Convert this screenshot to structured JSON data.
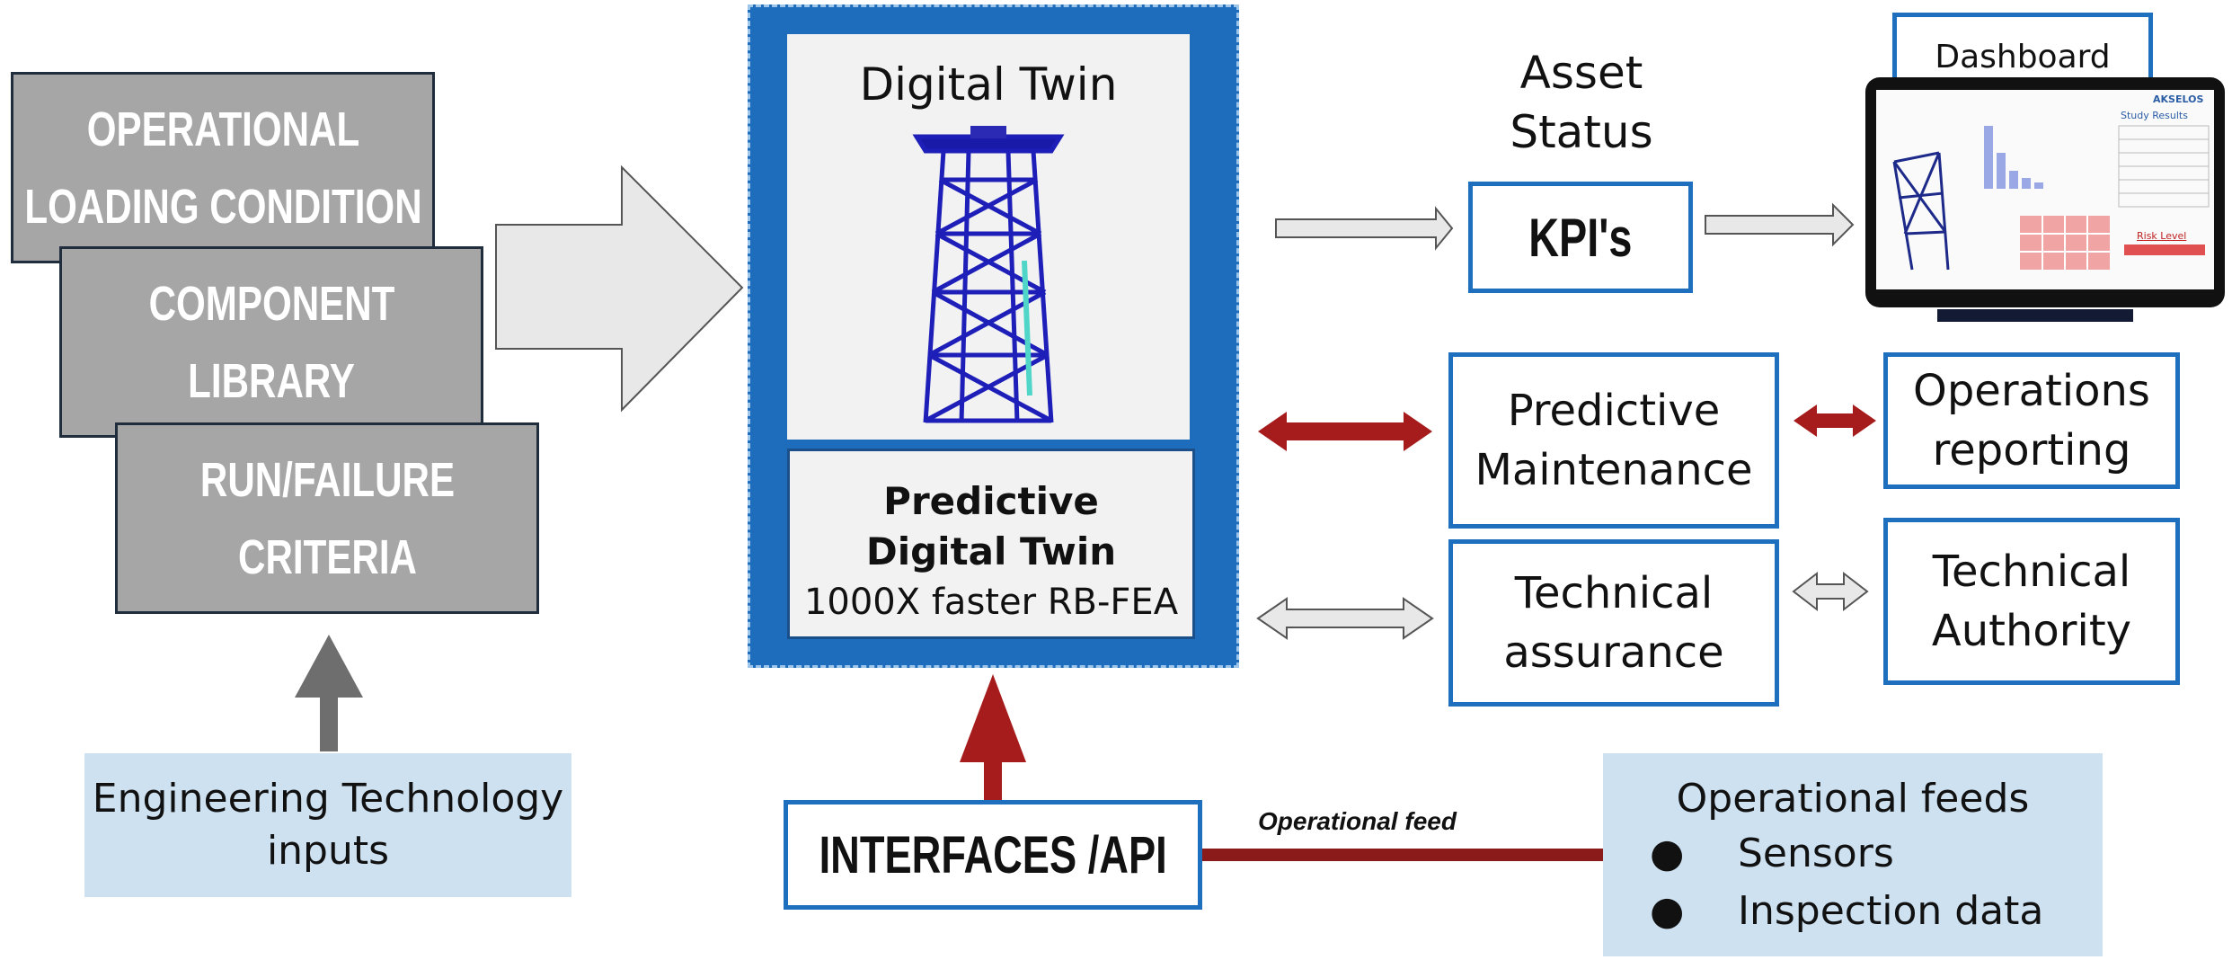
{
  "inputs": {
    "operational_loading": [
      "OPERATIONAL",
      "LOADING CONDITION"
    ],
    "component_library": [
      "COMPONENT",
      "LIBRARY"
    ],
    "run_failure": [
      "RUN/FAILURE",
      "CRITERIA"
    ],
    "engineering_tech": [
      "Engineering Technology",
      "inputs"
    ]
  },
  "digital_twin": {
    "title": "Digital Twin",
    "predictive_line1": "Predictive",
    "predictive_line2": "Digital Twin",
    "speed": "1000X faster RB-FEA"
  },
  "interfaces": {
    "label": "INTERFACES /API",
    "feed_label": "Operational feed"
  },
  "operational_feeds": {
    "title": "Operational feeds",
    "items": [
      "Sensors",
      "Inspection data"
    ]
  },
  "asset_status": {
    "label_line1": "Asset",
    "label_line2": "Status",
    "kpi": "KPI's"
  },
  "dashboard": {
    "title": "Dashboard",
    "brand": "AKSELOS",
    "study_results": "Study Results",
    "risk_level": "Risk Level"
  },
  "outputs": {
    "predictive_maintenance": [
      "Predictive",
      "Maintenance"
    ],
    "operations_reporting": [
      "Operations",
      "reporting"
    ],
    "technical_assurance": [
      "Technical",
      "assurance"
    ],
    "technical_authority": [
      "Technical",
      "Authority"
    ]
  },
  "colors": {
    "accent_blue": "#1f6fbf",
    "dark_red": "#8b1a1a",
    "grey_box": "#a6a6a6",
    "light_blue": "#cde1f1"
  }
}
